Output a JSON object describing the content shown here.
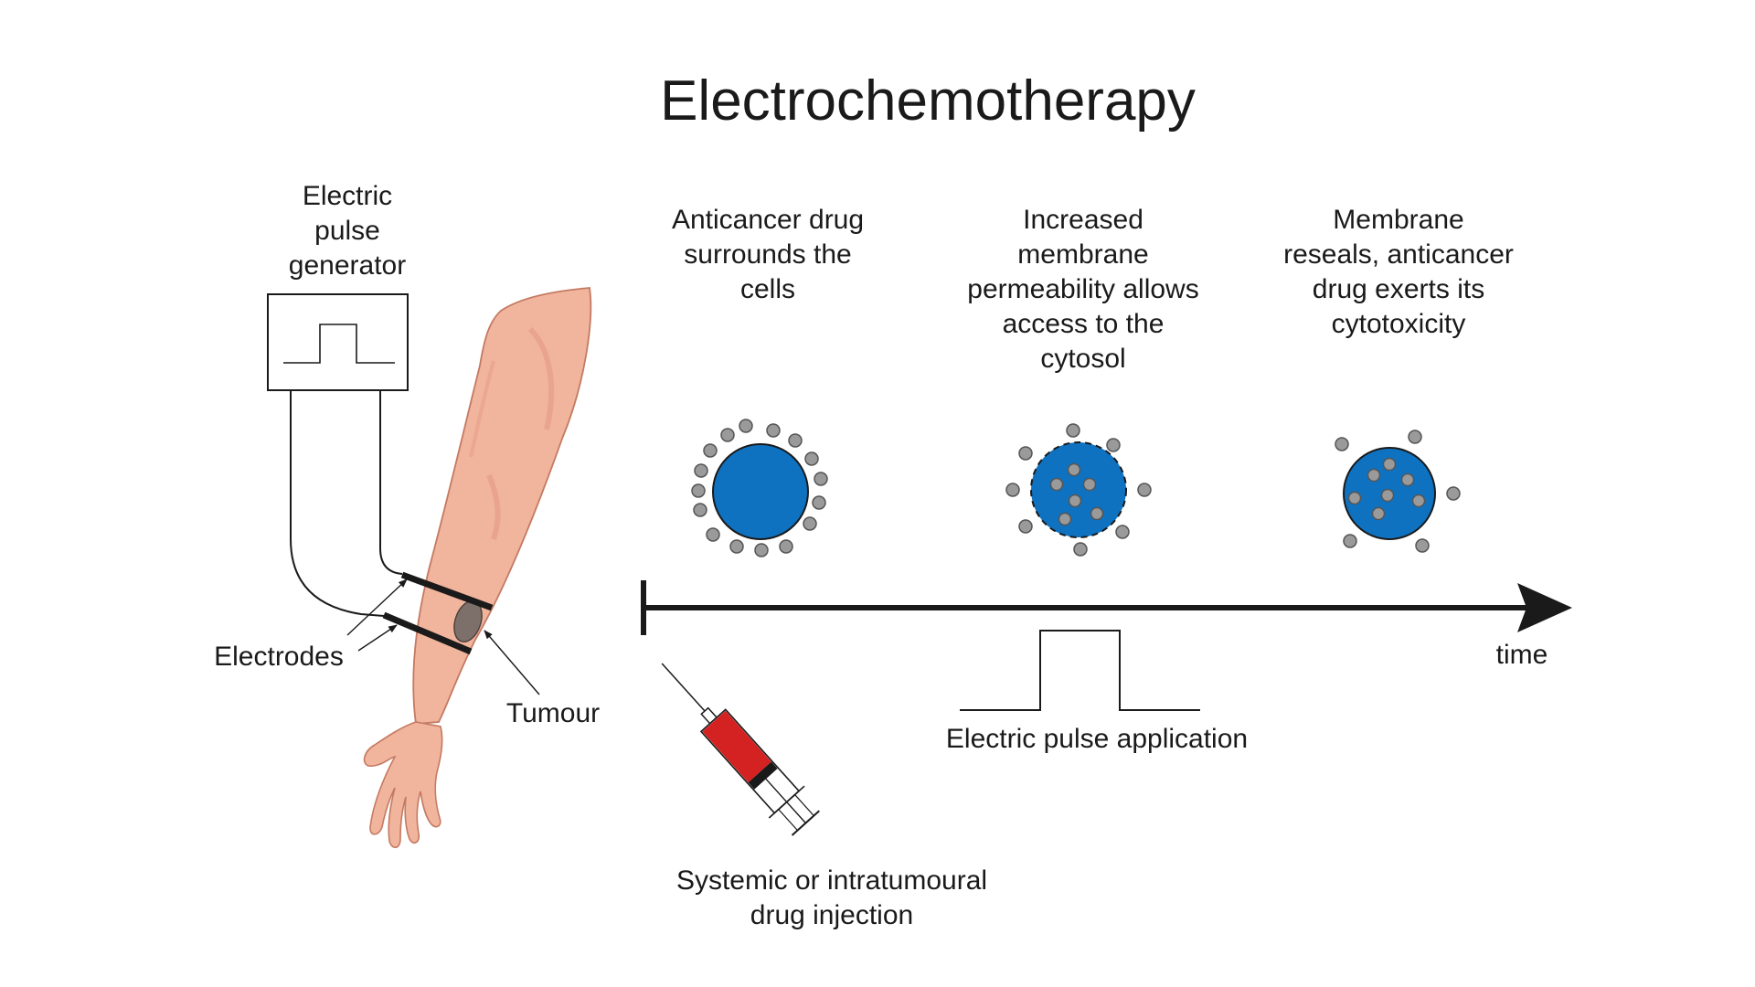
{
  "title": "Electrochemotherapy",
  "labels": {
    "generator": [
      "Electric",
      "pulse",
      "generator"
    ],
    "electrodes": "Electrodes",
    "tumour": "Tumour",
    "time": "time",
    "pulse_application": "Electric pulse application",
    "injection": [
      "Systemic or intratumoural",
      "drug injection"
    ]
  },
  "stages": [
    {
      "lines": [
        "Anticancer drug",
        "surrounds the",
        "cells"
      ]
    },
    {
      "lines": [
        "Increased",
        "membrane",
        "permeability allows",
        "access to the",
        "cytosol"
      ]
    },
    {
      "lines": [
        "Membrane",
        "reseals, anticancer",
        "drug exerts its",
        "cytotoxicity"
      ]
    }
  ],
  "colors": {
    "cell_fill": "#0f72c0",
    "drug_dot": "#9a9a9a",
    "skin": "#f1b49d",
    "syringe_drug": "#d42121",
    "line": "#1a1a1a"
  }
}
